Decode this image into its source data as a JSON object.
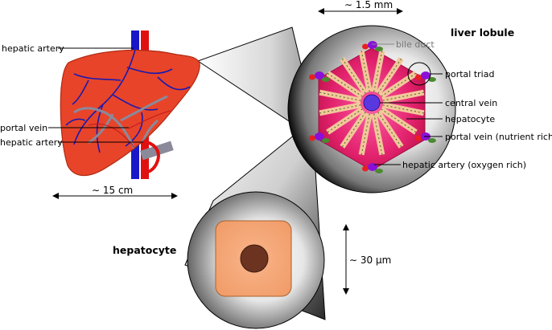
{
  "liver": {
    "label_hepatic_artery_top": "hepatic artery",
    "label_portal_vein": "portal vein",
    "label_hepatic_artery_bottom": "hepatic artery",
    "scale": "∼ 15 cm"
  },
  "lobule": {
    "title": "liver lobule",
    "scale": "∼ 1.5 mm",
    "labels": {
      "bile_duct": "bile duct",
      "portal_triad": "portal triad",
      "central_vein": "central vein",
      "hepatocyte": "hepatocyte",
      "portal_vein": "portal vein (nutrient rich)",
      "hepatic_artery": "hepatic artery (oxygen rich)"
    }
  },
  "cell": {
    "title": "hepatocyte",
    "scale": "∼ 30 μm"
  },
  "colors": {
    "liver": "#e8442a",
    "liver_edge": "#c23217",
    "artery": "#e01010",
    "vein": "#1818c8",
    "lobule_sinusoid": "#d81e6a",
    "hepatocyte_fill": "#f3c79a",
    "central_vein": "#5a38e0",
    "portal_triad_green": "#4a8a30",
    "cell_body": "#f6a878",
    "nucleus": "#6b3320"
  }
}
